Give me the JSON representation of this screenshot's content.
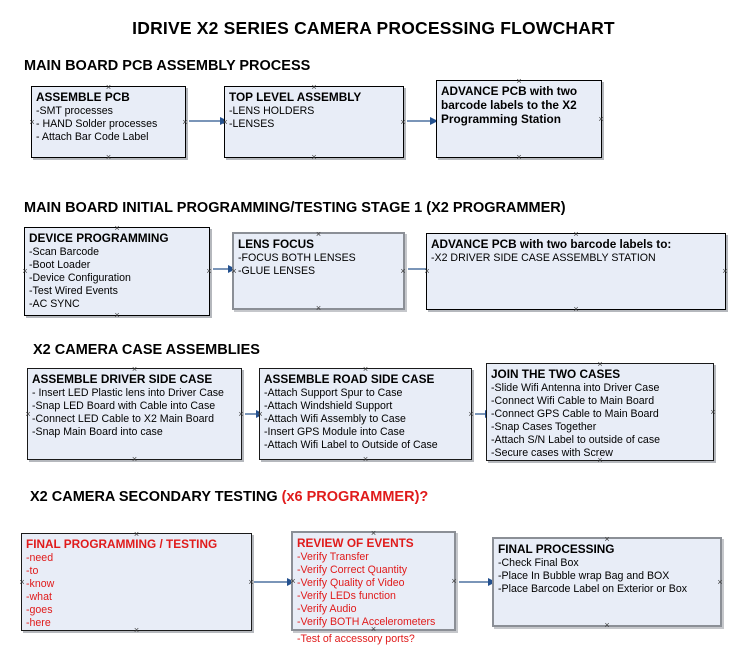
{
  "title": "IDRIVE X2  SERIES CAMERA PROCESSING FLOWCHART",
  "colors": {
    "box_fill": "#e8edf7",
    "box_border": "#000000",
    "gray_border": "#8b8f96",
    "arrow_line": "#7a95b8",
    "arrow_head": "#24518f",
    "red_text": "#e01b1b",
    "text": "#000000",
    "background": "#ffffff"
  },
  "sections": [
    {
      "id": "pcb-assembly",
      "heading": "MAIN BOARD PCB ASSEMBLY PROCESS",
      "heading_suffix": "",
      "boxes": [
        {
          "id": "assemble-pcb",
          "title": "ASSEMBLE PCB",
          "items": [
            "-SMT processes",
            "- HAND Solder processes",
            "- Attach Bar Code Label"
          ]
        },
        {
          "id": "top-level-assembly",
          "title": "TOP LEVEL ASSEMBLY",
          "items": [
            "-LENS HOLDERS",
            "-LENSES"
          ]
        },
        {
          "id": "advance-pcb-programming-station",
          "title": "ADVANCE PCB with two barcode labels to the  X2 Programming Station",
          "items": []
        }
      ]
    },
    {
      "id": "initial-programming",
      "heading": "MAIN BOARD INITIAL PROGRAMMING/TESTING STAGE 1 (X2 PROGRAMMER)",
      "heading_suffix": "",
      "boxes": [
        {
          "id": "device-programming",
          "title": "DEVICE PROGRAMMING",
          "items": [
            "-Scan Barcode",
            "-Boot Loader",
            "-Device Configuration",
            "-Test Wired Events",
            "-AC SYNC"
          ]
        },
        {
          "id": "lens-focus",
          "title": "LENS FOCUS",
          "items": [
            "-FOCUS BOTH LENSES",
            "-GLUE LENSES"
          ]
        },
        {
          "id": "advance-pcb-driver-side",
          "title": "ADVANCE PCB with two barcode labels to:",
          "items": [
            "-X2 DRIVER  SIDE  CASE  ASSEMBLY STATION"
          ]
        }
      ]
    },
    {
      "id": "case-assemblies",
      "heading": "X2 CAMERA CASE ASSEMBLIES",
      "heading_suffix": "",
      "boxes": [
        {
          "id": "assemble-driver-side-case",
          "title": "ASSEMBLE DRIVER SIDE CASE",
          "items": [
            "- Insert LED Plastic lens into Driver Case",
            "-Snap LED Board with Cable into Case",
            "-Connect LED Cable to X2 Main Board",
            "-Snap Main Board into case"
          ]
        },
        {
          "id": "assemble-road-side-case",
          "title": "ASSEMBLE ROAD SIDE CASE",
          "items": [
            "-Attach Support Spur to Case",
            "-Attach Windshield Support",
            "-Attach Wifi Assembly to Case",
            "-Insert GPS Module into Case",
            "-Attach Wifi Label to Outside of Case"
          ]
        },
        {
          "id": "join-the-two-cases",
          "title": "JOIN THE TWO CASES",
          "items": [
            "-Slide Wifi Antenna into Driver Case",
            "-Connect Wifi Cable to Main Board",
            "-Connect GPS Cable to Main Board",
            "-Snap Cases Together",
            "-Attach S/N Label to outside of case",
            "-Secure cases with Screw"
          ]
        }
      ]
    },
    {
      "id": "secondary-testing",
      "heading": "X2 CAMERA SECONDARY TESTING ",
      "heading_suffix": "(x6 PROGRAMMER)?",
      "boxes": [
        {
          "id": "final-programming-testing",
          "title": "FINAL PROGRAMMING / TESTING",
          "items": [
            "-need",
            "-to",
            "-know",
            "-what",
            "-goes",
            "-here"
          ]
        },
        {
          "id": "review-of-events",
          "title": "REVIEW OF EVENTS",
          "items": [
            "-Verify Transfer",
            "-Verify Correct Quantity",
            "-Verify Quality of Video",
            "-Verify LEDs function",
            "-Verify Audio",
            "-Verify BOTH Accelerometers"
          ],
          "overflow_item": "-Test of accessory ports?"
        },
        {
          "id": "final-processing",
          "title": "FINAL PROCESSING",
          "items": [
            " -Check Final Box",
            "-Place In Bubble wrap Bag and BOX",
            "-Place Barcode Label on Exterior or Box"
          ]
        }
      ]
    }
  ]
}
